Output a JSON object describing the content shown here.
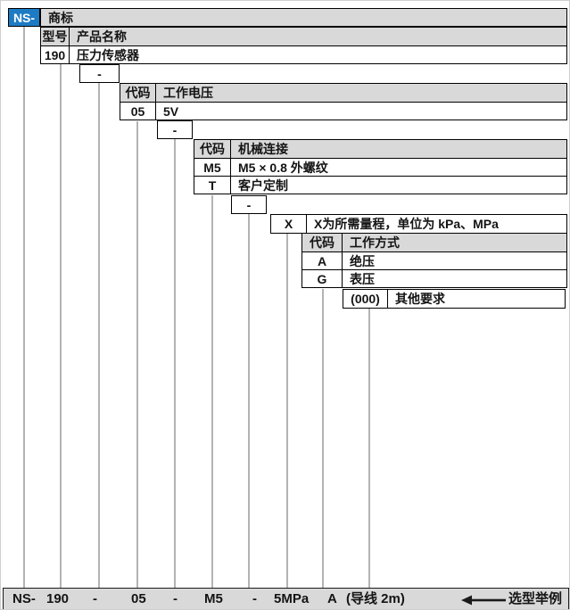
{
  "colors": {
    "accent_blue": "#1d7bc4",
    "header_gray": "#d9d9d9",
    "connector_line_gray": "#b3b3b6",
    "border_black": "#000000"
  },
  "prefix": {
    "label": "NS-"
  },
  "brand": {
    "title": "商标"
  },
  "model": {
    "code_header": "型号",
    "desc_header": "产品名称",
    "code": "190",
    "desc": "压力传感器"
  },
  "separators": [
    "-",
    "-",
    "-"
  ],
  "voltage": {
    "code_header": "代码",
    "desc_header": "工作电压",
    "rows": [
      {
        "code": "05",
        "desc": "5V"
      }
    ]
  },
  "mechanical": {
    "code_header": "代码",
    "desc_header": "机械连接",
    "rows": [
      {
        "code": "M5",
        "desc": "M5 × 0.8 外螺纹"
      },
      {
        "code": "T",
        "desc": "客户定制"
      }
    ]
  },
  "range": {
    "code": "X",
    "desc": "X为所需量程，单位为 kPa、MPa"
  },
  "mode": {
    "code_header": "代码",
    "desc_header": "工作方式",
    "rows": [
      {
        "code": "A",
        "desc": "绝压"
      },
      {
        "code": "G",
        "desc": "表压"
      }
    ]
  },
  "other": {
    "code": "(000)",
    "desc": "其他要求"
  },
  "example": {
    "tokens": [
      "NS-",
      "190",
      "-",
      "05",
      "-",
      "M5",
      "-",
      "5MPa",
      "A",
      "(导线 2m)"
    ],
    "caption": "选型举例"
  }
}
